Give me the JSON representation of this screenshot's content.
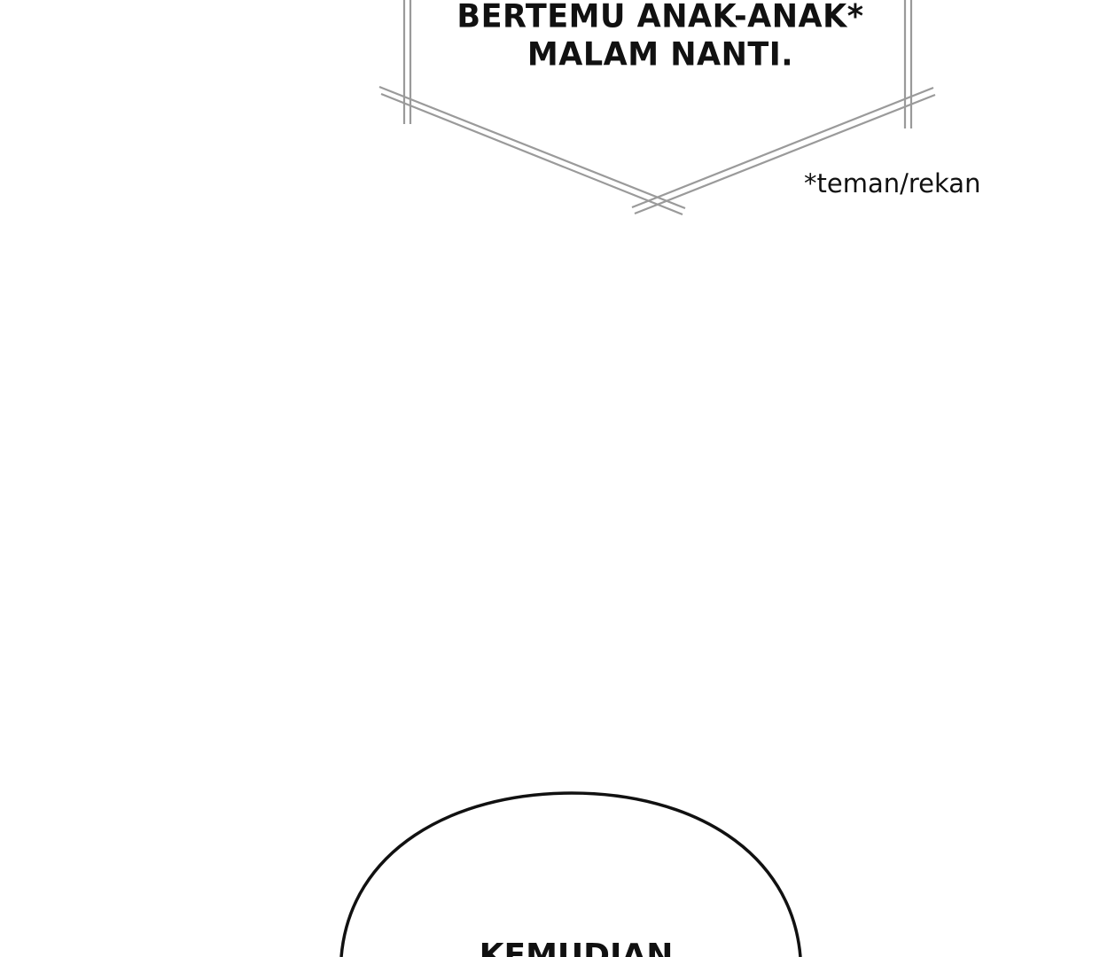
{
  "top_panel": {
    "dialogue_lines": [
      "BERTEMU ANAK-ANAK*",
      "MALAM NANTI."
    ],
    "footnote": "*teman/rekan"
  },
  "bottom_panel": {
    "bubble_text": "KEMUDIAN"
  },
  "colors": {
    "background": "#ffffff",
    "ink": "#111111",
    "frame_line": "#9a9a9a"
  }
}
